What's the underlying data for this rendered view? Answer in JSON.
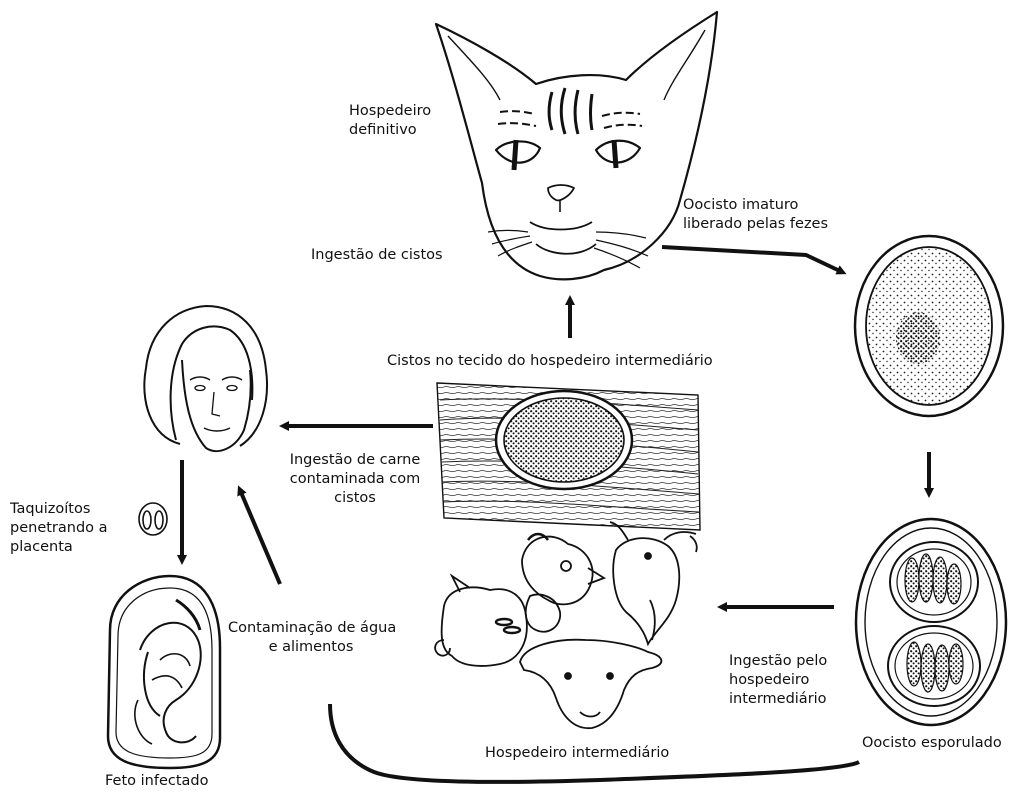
{
  "labels": {
    "definitive_host": [
      "Hospedeiro",
      "definitivo"
    ],
    "cyst_ingestion": "Ingestão de cistos",
    "immature_oocyst": [
      "Oocisto imaturo",
      "liberado pelas fezes"
    ],
    "tissue_cysts": "Cistos no tecido do hospedeiro intermediário",
    "meat_ingestion": [
      "Ingestão de carne",
      "contaminada com",
      "cistos"
    ],
    "tachyzoites": [
      "Taquizoítos",
      "penetrando a",
      "placenta"
    ],
    "water_food": [
      "Contaminação de água",
      "e alimentos"
    ],
    "intermediate_ingestion": [
      "Ingestão pelo",
      "hospedeiro",
      "intermediário"
    ],
    "intermediate_host": "Hospedeiro intermediário",
    "sporulated_oocyst": "Oocisto esporulado",
    "infected_fetus": "Feto infectado"
  },
  "colors": {
    "ink": "#111111",
    "background": "#ffffff"
  }
}
